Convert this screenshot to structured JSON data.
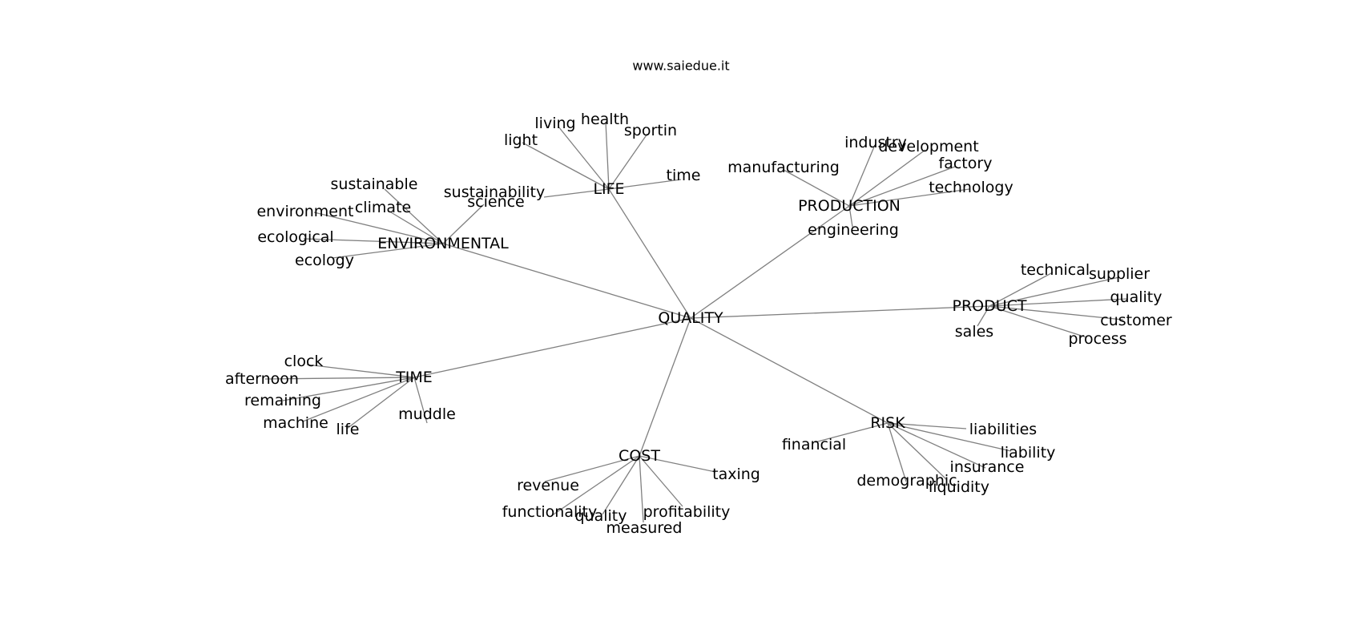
{
  "title": "www.saiedue.it",
  "colors": {
    "edge": "#808080",
    "text": "#000000",
    "background": "#ffffff"
  },
  "graph": {
    "root": "QUALITY",
    "hubs": [
      {
        "id": "ENVIRONMENTAL",
        "label": "ENVIRONMENTAL",
        "leaves": [
          "sustainable",
          "environment",
          "climate",
          "ecological",
          "ecology",
          "science"
        ]
      },
      {
        "id": "LIFE",
        "label": "LIFE",
        "leaves": [
          "light",
          "living",
          "health",
          "sportin",
          "time",
          "sustainability"
        ]
      },
      {
        "id": "PRODUCTION",
        "label": "PRODUCTION",
        "leaves": [
          "manufacturing",
          "industry",
          "development",
          "factory",
          "technology",
          "engineering"
        ]
      },
      {
        "id": "PRODUCT",
        "label": "PRODUCT",
        "leaves": [
          "technical",
          "supplier",
          "quality",
          "customer",
          "process",
          "sales"
        ]
      },
      {
        "id": "RISK",
        "label": "RISK",
        "leaves": [
          "financial",
          "liabilities",
          "liability",
          "insurance",
          "liquidity",
          "demographic"
        ]
      },
      {
        "id": "COST",
        "label": "COST",
        "leaves": [
          "revenue",
          "functionality",
          "quality",
          "measured",
          "profitability",
          "taxing"
        ]
      },
      {
        "id": "TIME",
        "label": "TIME",
        "leaves": [
          "clock",
          "afternoon",
          "remaining",
          "machine",
          "life",
          "muddle"
        ]
      }
    ]
  }
}
